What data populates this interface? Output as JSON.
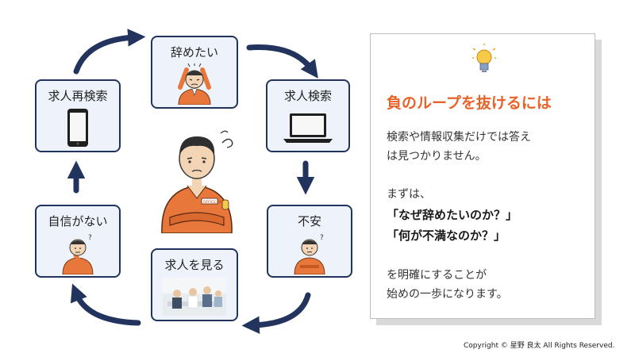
{
  "colors": {
    "navy": "#22335e",
    "node_fill": "#eef3fb",
    "accent_orange": "#e8622a",
    "uniform_orange": "#e8773b"
  },
  "cycle": {
    "nodes": [
      {
        "label": "辞めたい",
        "icon": "stressed-worker-icon"
      },
      {
        "label": "求人検索",
        "icon": "laptop-icon"
      },
      {
        "label": "不安",
        "icon": "worried-worker-icon"
      },
      {
        "label": "求人を見る",
        "icon": "office-meeting-photo"
      },
      {
        "label": "自信がない",
        "icon": "confused-worker-icon"
      },
      {
        "label": "求人再検索",
        "icon": "smartphone-icon"
      }
    ],
    "center_icon": "worried-worker-arms-crossed",
    "center_badge": "OFFICE WORK"
  },
  "panel": {
    "icon": "lightbulb-icon",
    "title": "負のループを抜けるには",
    "line1": "検索や情報収集だけでは答え",
    "line2": "は見つかりません。",
    "line3": "まずは、",
    "bold1": "「なぜ辞めたいのか？」",
    "bold2": "「何が不満なのか？」",
    "line4": "を明確にすることが",
    "line5": "始めの一歩になります。"
  },
  "footer": {
    "copyright": "Copyright ©  星野 良太 All Rights Reserved."
  }
}
